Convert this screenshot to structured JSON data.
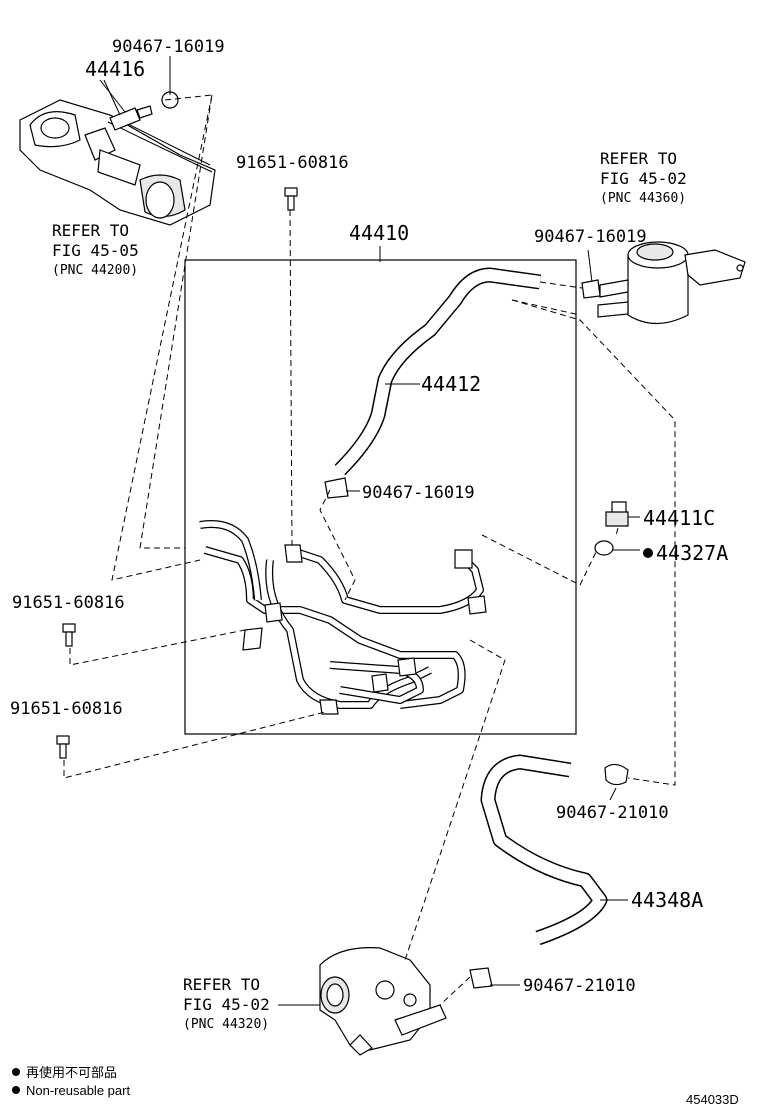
{
  "callouts": {
    "clamp_top": "90467-16019",
    "hose_44416": "44416",
    "refer_gear": {
      "line1": "REFER TO",
      "line2": "FIG 45-05",
      "line3": "(PNC 44200)"
    },
    "bolt_top": "91651-60816",
    "assy": "44410",
    "clamp_res": "90467-16019",
    "refer_reservoir": {
      "line1": "REFER TO",
      "line2": "FIG 45-02",
      "line3": "(PNC 44360)"
    },
    "hose_44412": "44412",
    "clamp_mid": "90467-16019",
    "union_44411c": "44411C",
    "gasket_44327a": "44327A",
    "bolt_left1": "91651-60816",
    "bolt_left2": "91651-60816",
    "clamp_21010_top": "90467-21010",
    "hose_44348a": "44348A",
    "clamp_21010_bottom": "90467-21010",
    "refer_pump": {
      "line1": "REFER TO",
      "line2": "FIG 45-02",
      "line3": "(PNC 44320)"
    }
  },
  "legend": {
    "line1": "再使用不可部品",
    "line2": "Non-reusable part"
  },
  "figure_id": "454033D"
}
